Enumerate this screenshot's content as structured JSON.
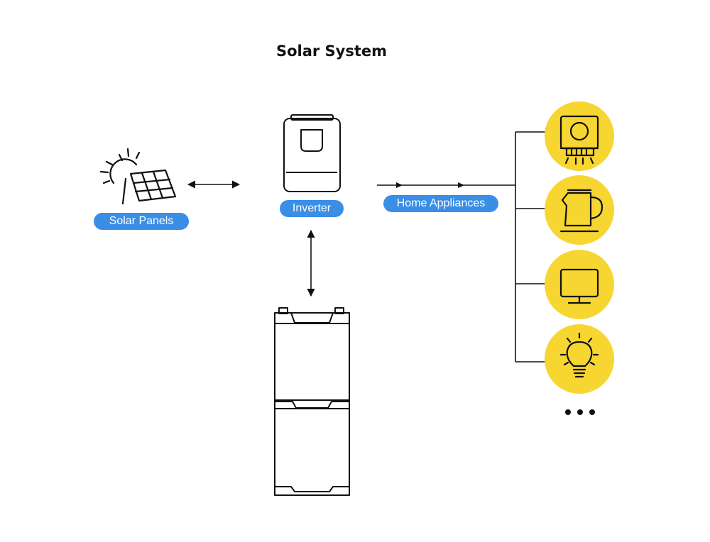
{
  "diagram": {
    "title": "Solar System",
    "labels": {
      "solar_panels": "Solar Panels",
      "inverter": "Inverter",
      "home_appliances": "Home Appliances"
    },
    "appliances": [
      {
        "icon": "cooktop-icon"
      },
      {
        "icon": "kettle-icon"
      },
      {
        "icon": "monitor-icon"
      },
      {
        "icon": "light-bulb-icon"
      }
    ],
    "more_indicator": "more-dots-icon"
  },
  "colors": {
    "label_fill": "#3a8ee6",
    "appliance_fill": "#f7d631",
    "stroke": "#111111"
  }
}
